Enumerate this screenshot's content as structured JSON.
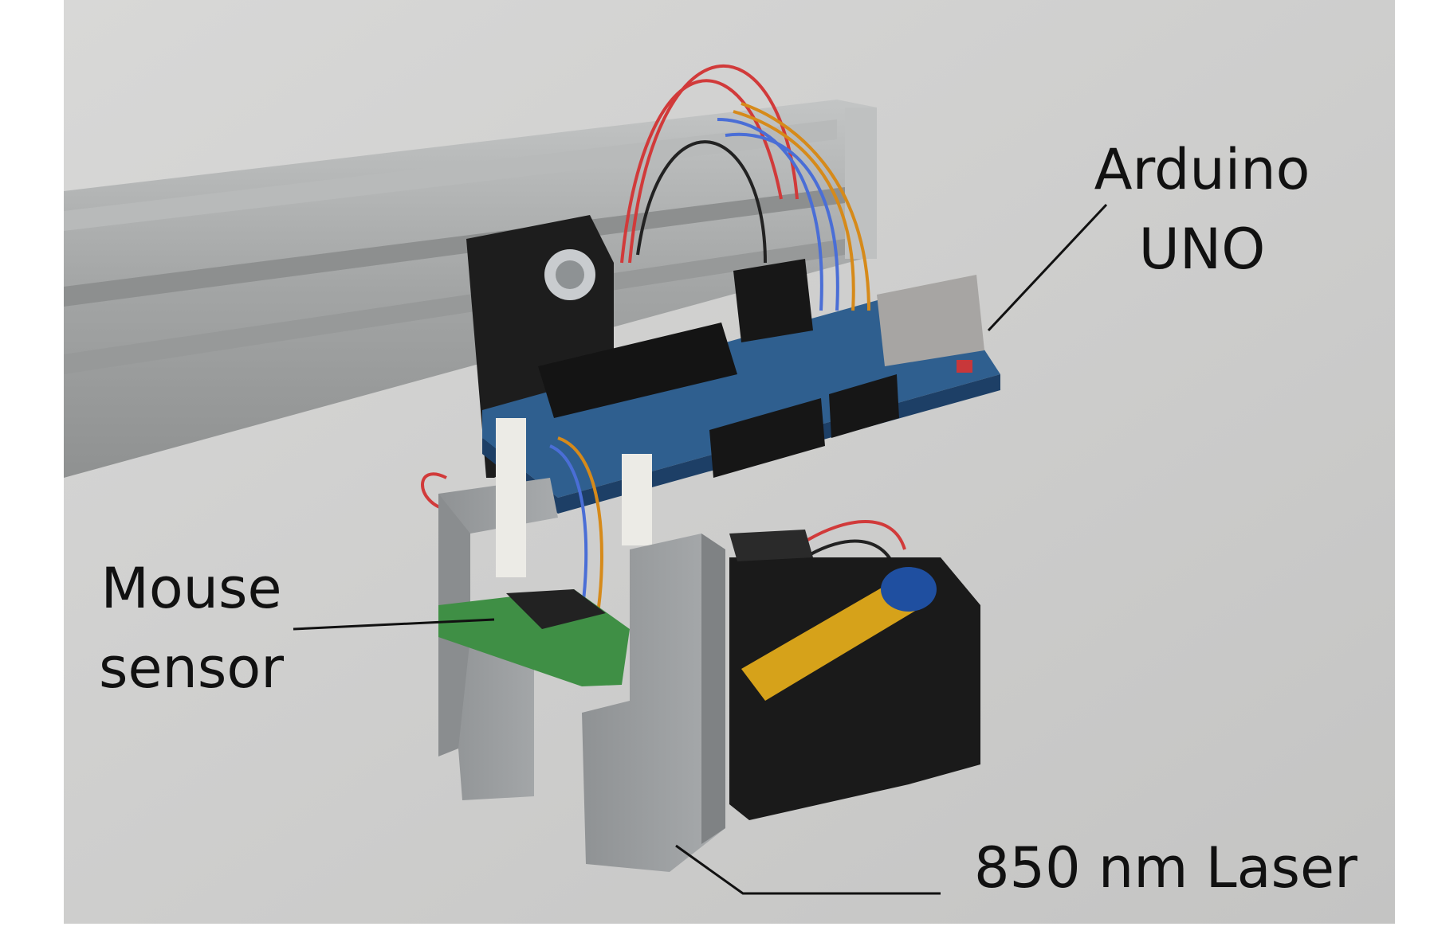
{
  "labels": {
    "arduino": [
      "Arduino",
      "UNO"
    ],
    "mouse": [
      "Mouse",
      "sensor"
    ],
    "laser": [
      "850 nm Laser"
    ]
  },
  "colors": {
    "background": "#cccccb",
    "rail": "#a9abab",
    "bracket_printed": "#9c9fa1",
    "pcb_blue": "#2f5f8f",
    "sensor_pcb_green": "#3f8f45",
    "battery_box": "#1a1a1a",
    "battery_yellow": "#d6a21a",
    "battery_blue": "#1f4fa0",
    "wire_red": "#d13a3a",
    "wire_blue": "#4a6ed6",
    "wire_orange": "#d68a1a",
    "leader_line": "#111111"
  }
}
